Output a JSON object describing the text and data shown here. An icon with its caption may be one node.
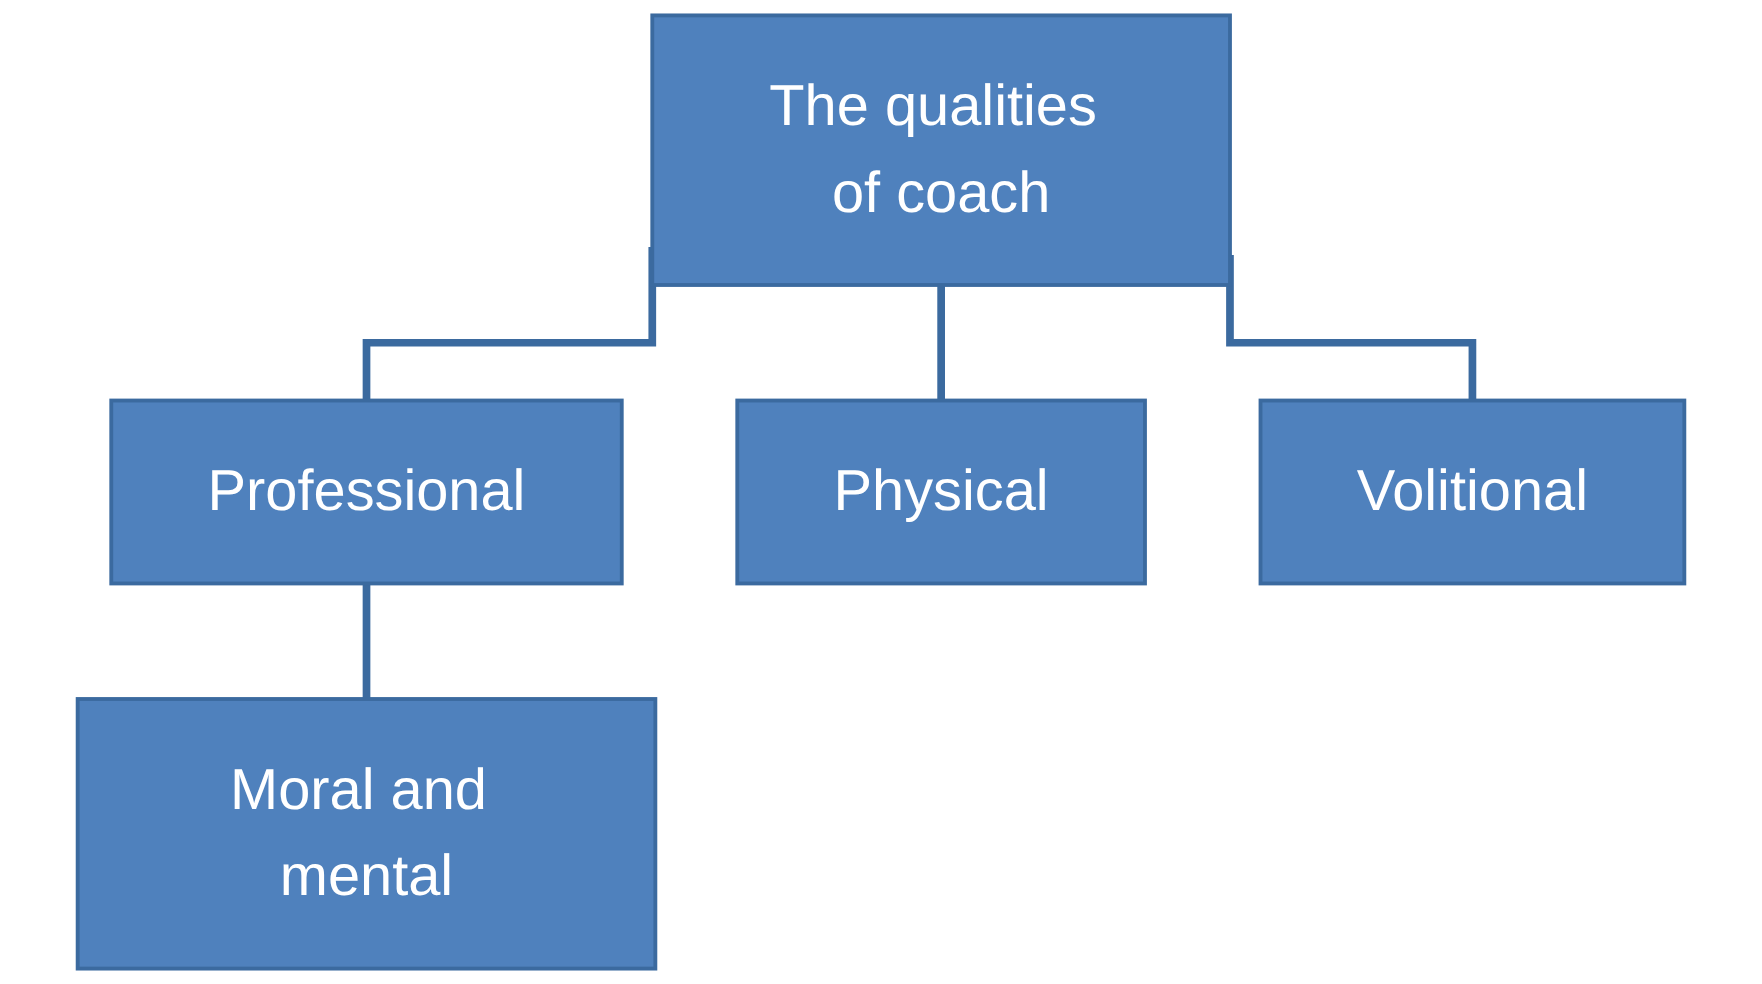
{
  "diagram": {
    "nodes": [
      {
        "text": [
          "The qualities of coach"
        ]
      },
      {
        "text": [
          "Professional"
        ]
      },
      {
        "text": [
          "Physical"
        ]
      },
      {
        "text": [
          "Volitional"
        ]
      },
      {
        "text": [
          "Moral and mental"
        ]
      }
    ],
    "edges": [
      {
        "from": 0,
        "to": 1,
        "arrow": "none"
      },
      {
        "from": 0,
        "to": 2,
        "arrow": "none"
      },
      {
        "from": 0,
        "to": 3,
        "arrow": "none"
      },
      {
        "from": 1,
        "to": 4,
        "arrow": "none"
      }
    ]
  }
}
